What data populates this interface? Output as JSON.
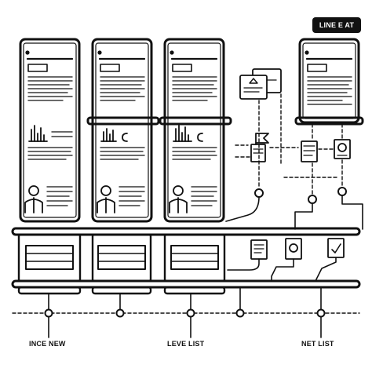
{
  "header": {
    "badge_label": "LINE E AT"
  },
  "footer": {
    "labels": [
      "INCE NEW",
      "LEVE LIST",
      "NET LIST"
    ]
  },
  "colors": {
    "stroke": "#111111",
    "background": "#ffffff",
    "badge_bg": "#111111",
    "badge_text": "#ffffff"
  },
  "icons": [
    "document-panel-icon",
    "bar-chart-icon",
    "person-icon",
    "drawer-icon",
    "file-icon",
    "connector-node-icon"
  ]
}
